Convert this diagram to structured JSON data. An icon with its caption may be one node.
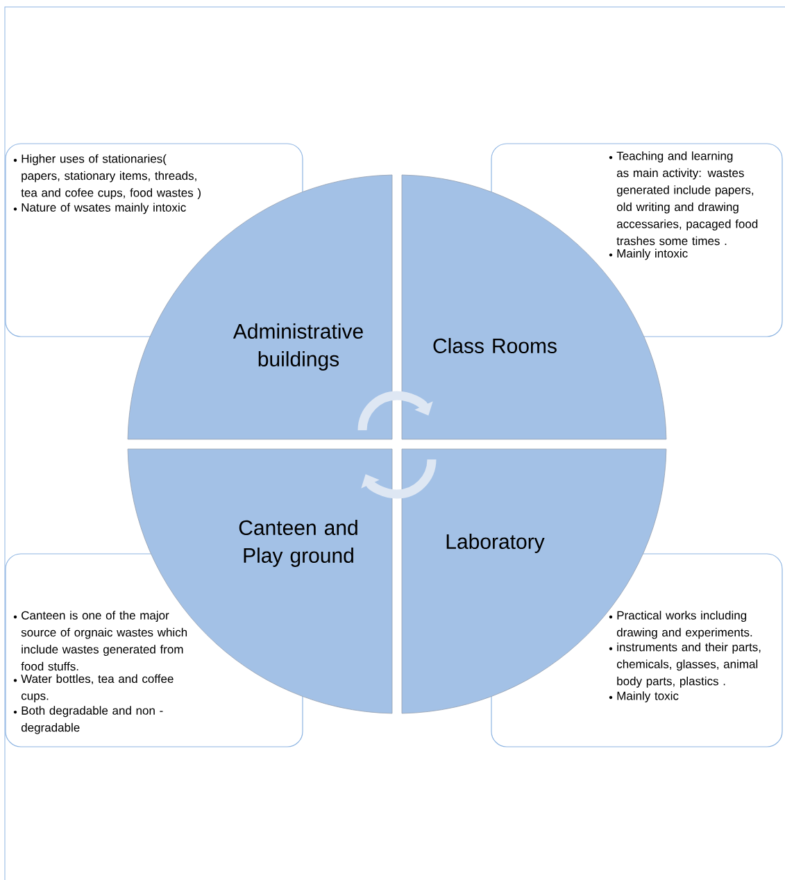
{
  "diagram": {
    "nodes": [
      {
        "text": [
          "Higher uses of stationaries( papers, stationary items, threads, tea and cofee cups, food wastes )",
          "Nature of wsates mainly intoxic"
        ]
      },
      {
        "text": [
          "Teaching and learning as main activity: wastes generated include papers, old writing and drawing accessaries, pacaged food trashes some times .",
          "Mainly intoxic"
        ]
      },
      {
        "text": [
          "Administrative buildings"
        ]
      },
      {
        "text": [
          "Class Rooms"
        ]
      },
      {
        "text": [
          "Canteen and Play ground"
        ]
      },
      {
        "text": [
          "Laboratory"
        ]
      },
      {
        "text": [
          "Canteen is one of the major source of orgnaic wastes which include wastes generated from food stuffs.",
          "Water bottles, tea and coffee cups.",
          "Both degradable and non - degradable"
        ]
      },
      {
        "text": [
          "Practical works including drawing and experiments.",
          "instruments and their parts, chemicals, glasses, animal body parts, plastics .",
          "Mainly toxic"
        ]
      }
    ],
    "edges": [
      {
        "from": 2,
        "to": 3,
        "arrow": "to"
      },
      {
        "from": 5,
        "to": 4,
        "arrow": "to"
      }
    ]
  }
}
